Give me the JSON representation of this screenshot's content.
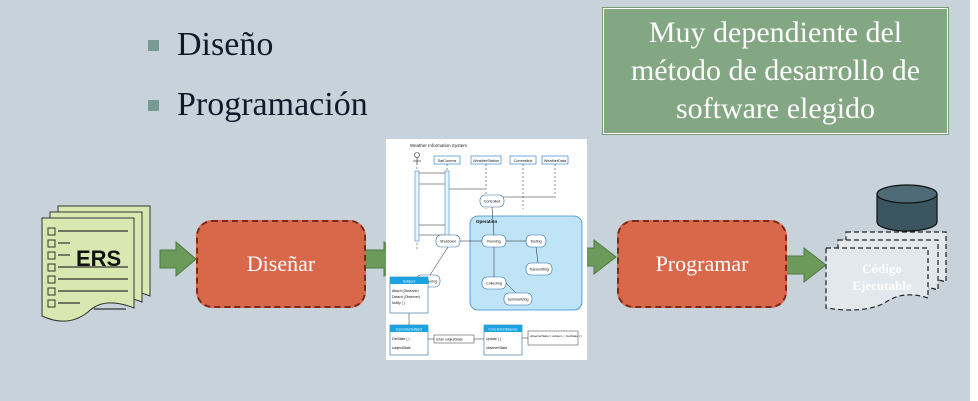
{
  "slide": {
    "bullets": [
      "Diseño",
      "Programación"
    ],
    "callout": "Muy dependiente del método de desarrollo de software elegido"
  },
  "flow": {
    "input_doc": "ERS",
    "design_step": "Diseñar",
    "program_step": "Programar",
    "output_label_line1": "Código",
    "output_label_line2": "Ejecutable"
  },
  "uml_snippet": {
    "actor": "Weather Information System",
    "lifelines": [
      "SatComms",
      "WeatherStation",
      "Commslink",
      "WeatherData"
    ],
    "states": [
      "Shutdown",
      "Running",
      "Testing",
      "Transmitting",
      "Configuring",
      "Collecting",
      "Summarizing",
      "Controlled"
    ],
    "composite_state": "Operation",
    "classes": [
      "Subject",
      "ConcreteSubject",
      "ConcreteObserver"
    ],
    "subject_ops": [
      "Attach (Observer)",
      "Detach (Observer)",
      "Notify ( )"
    ],
    "concrete_subject_ops": [
      "GetState ( )"
    ],
    "concrete_subject_attrs": [
      "subjectState"
    ],
    "concrete_observer_ops": [
      "Update ( )"
    ],
    "concrete_observer_attrs": [
      "observerState"
    ],
    "note_return": "return subjectState",
    "note_update": "observerState = subject -> GetState ( )"
  },
  "colors": {
    "background": "#c7d2da",
    "callout": "#83a683",
    "process": "#d9674a",
    "arrow": "#6b9a5a",
    "document": "#d8e8b0"
  }
}
